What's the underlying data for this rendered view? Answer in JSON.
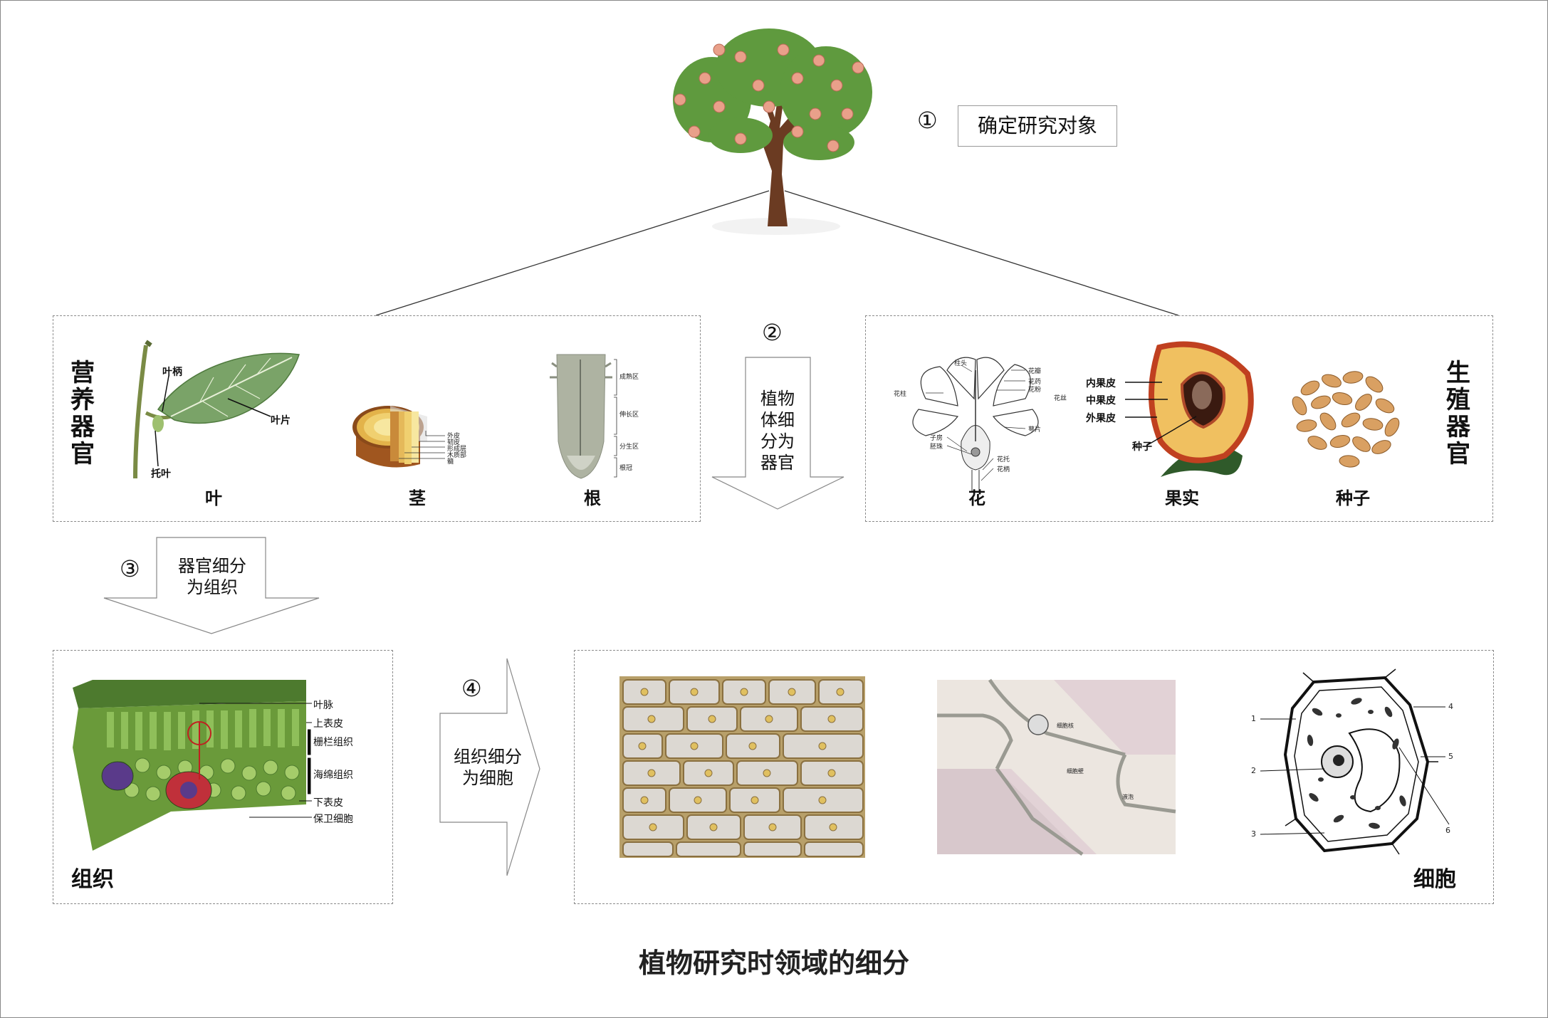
{
  "caption": "植物研究时领域的细分",
  "step1": {
    "num": "①",
    "label": "确定研究对象"
  },
  "step2": {
    "num": "②",
    "lines": [
      "植物",
      "体细",
      "分为",
      "器官"
    ]
  },
  "step3": {
    "num": "③",
    "lines": [
      "器官细分",
      "为组织"
    ]
  },
  "step4": {
    "num": "④",
    "lines": [
      "组织细分",
      "为细胞"
    ]
  },
  "vegetative": {
    "title_chars": [
      "营",
      "养",
      "器",
      "官"
    ],
    "leaf": {
      "name": "叶",
      "labels": [
        "叶柄",
        "叶片",
        "托叶"
      ]
    },
    "stem": {
      "name": "茎",
      "labels": [
        "外皮",
        "韧皮",
        "形成层",
        "木质部",
        "髓"
      ]
    },
    "root": {
      "name": "根",
      "labels": [
        "成熟区",
        "伸长区",
        "分生区",
        "根冠"
      ]
    }
  },
  "reproductive": {
    "title_chars": [
      "生",
      "殖",
      "器",
      "官"
    ],
    "flower": {
      "name": "花",
      "labels": [
        "柱头",
        "花瓣",
        "花药",
        "花粉",
        "花丝",
        "花柱",
        "萼片",
        "子房",
        "胚珠",
        "花托",
        "花柄"
      ]
    },
    "fruit": {
      "name": "果实",
      "labels": [
        "内果皮",
        "中果皮",
        "外果皮",
        "种子"
      ]
    },
    "seed": {
      "name": "种子"
    }
  },
  "tissue": {
    "name": "组织",
    "labels": [
      "叶脉",
      "上表皮",
      "栅栏组织",
      "海绵组织",
      "下表皮",
      "保卫细胞"
    ]
  },
  "cell": {
    "name": "细胞",
    "micro_labels": [
      "细胞核",
      "细胞壁",
      "液泡"
    ],
    "diagram_numbers": [
      "1",
      "2",
      "3",
      "4",
      "5",
      "6"
    ]
  },
  "colors": {
    "border": "#8a8a8a",
    "leaf": "#6f9a5e",
    "tissue": "#5f8f3a",
    "peach": "#e8a58a"
  }
}
